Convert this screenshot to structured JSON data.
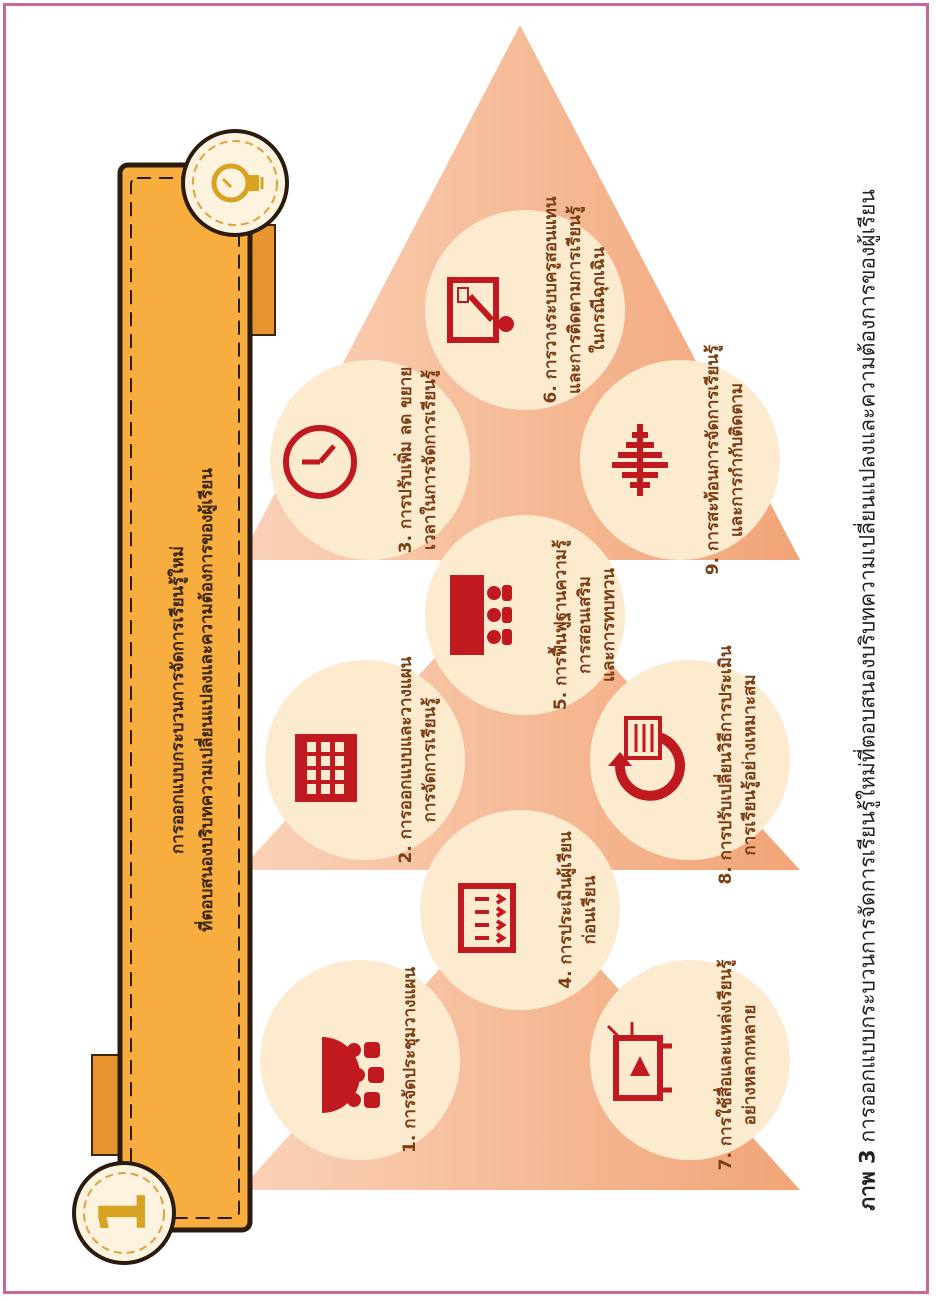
{
  "banner": {
    "number": "1",
    "line1": "การออกแบบกระบวนการจัดการเรียนรู้ใหม่",
    "line2": "ที่ตอบสนองบริบทความเปลี่ยนแปลงและความต้องการของผู้เรียน"
  },
  "items": [
    {
      "label1": "1. การจัดประชุมวางแผน",
      "label2": ""
    },
    {
      "label1": "2. การออกแบบและวางแผน",
      "label2": "การจัดการเรียนรู้"
    },
    {
      "label1": "3. การปรับเพิ่ม ลด ขยาย",
      "label2": "เวลาในการจัดการเรียนรู้"
    },
    {
      "label1": "4. การประเมินผู้เรียน",
      "label2": "ก่อนเรียน"
    },
    {
      "label1": "5. การฟื้นฟูฐานความรู้",
      "label2": "การสอนเสริม",
      "label3": "และการทบทวน"
    },
    {
      "label1": "6. การวางระบบครูสอนแทน",
      "label2": "และการติดตามการเรียนรู้",
      "label3": "ในกรณีฉุกเฉิน"
    },
    {
      "label1": "7. การใช้สื่อและแหล่งเรียนรู้",
      "label2": "อย่างหลากหลาย"
    },
    {
      "label1": "8. การปรับเปลี่ยนวิธีการประเมิน",
      "label2": "การเรียนรู้อย่างเหมาะสม"
    },
    {
      "label1": "9. การสะท้อนการจัดการเรียนรู้",
      "label2": "และการกำกับติดตาม"
    }
  ],
  "caption": {
    "prefix": "ภาพ 3",
    "text": "การออกแบบกระบวนการจัดการเรียนรู้ใหม่ที่ตอบสนองบริบทความเปลี่ยนแปลงและความต้องการของผู้เรียน"
  },
  "colors": {
    "frame": "#c8689a",
    "banner": "#f7ae3f",
    "circle": "#fdebd0",
    "icon": "#c0191f",
    "triangle": "#f3a477"
  },
  "icons": [
    "meeting-icon",
    "calendar-icon",
    "clock-icon",
    "checklist-icon",
    "classroom-icon",
    "teacher-board-icon",
    "video-media-icon",
    "refresh-assessment-icon",
    "sound-wave-icon",
    "lightbulb-icon"
  ]
}
